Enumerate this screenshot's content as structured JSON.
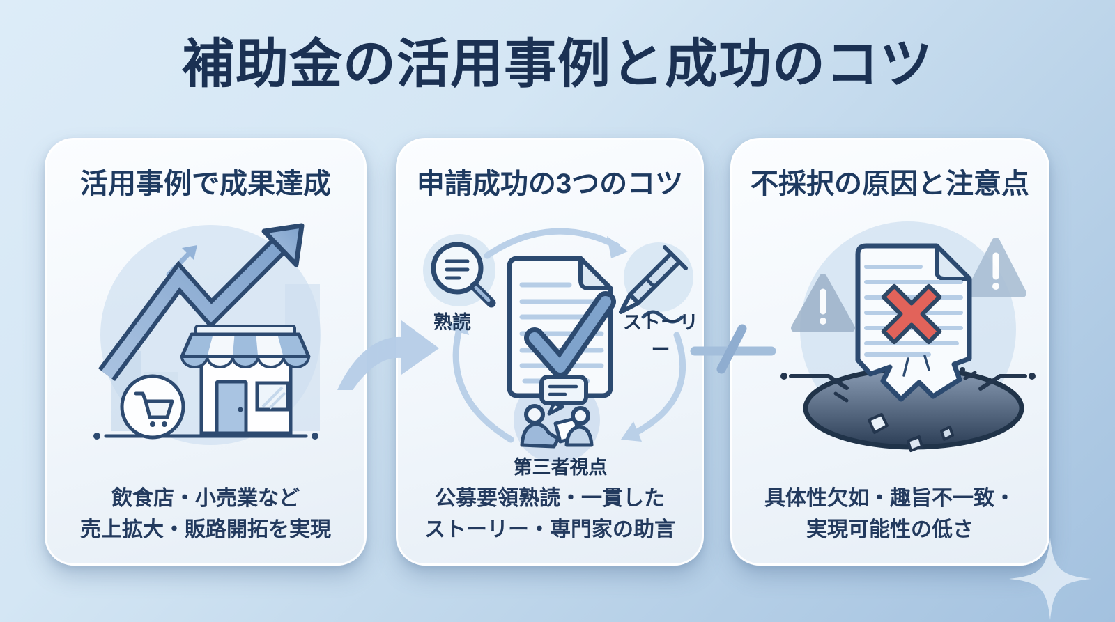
{
  "title": "補助金の活用事例と成功のコツ",
  "cards": [
    {
      "title": "活用事例で成果達成",
      "caption_line1": "飲食店・小売業など",
      "caption_line2": "売上拡大・販路開拓を実現"
    },
    {
      "title": "申請成功の3つのコツ",
      "labels": {
        "magnifier": "熟読",
        "pen": "ストーリー",
        "people": "第三者視点"
      },
      "caption_line1": "公募要領熟読・一貫した",
      "caption_line2": "ストーリー・専門家の助言"
    },
    {
      "title": "不採択の原因と注意点",
      "caption_line1": "具体性欠如・趣旨不一致・",
      "caption_line2": "実現可能性の低さ"
    }
  ],
  "colors": {
    "background_top": "#ddecf8",
    "background_bottom": "#a3c1df",
    "heading": "#1e3a60",
    "body_text": "#233a5e",
    "icon_navy": "#2c4a70",
    "icon_blue": "#8fafd6",
    "light_blue": "#b9cfe8",
    "reject_red": "#e2635a"
  }
}
